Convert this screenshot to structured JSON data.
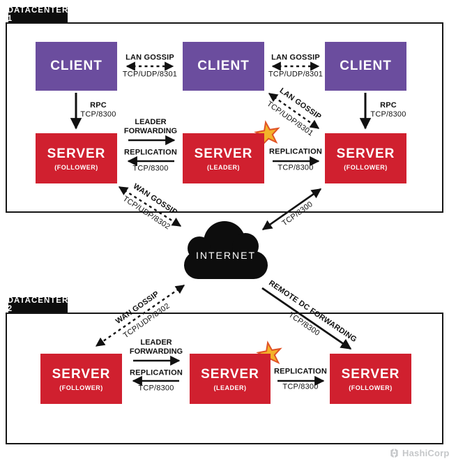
{
  "colors": {
    "client_purple": "#6b4d9e",
    "server_red": "#d0202f",
    "diagram_black": "#0d0d0d",
    "star_fill": "#f3b229",
    "star_stroke": "#e05326",
    "brand_gray": "#c5c7c9"
  },
  "datacenter1": {
    "label": "DATACENTER 1",
    "clients": [
      {
        "title": "CLIENT"
      },
      {
        "title": "CLIENT"
      },
      {
        "title": "CLIENT"
      }
    ],
    "servers": [
      {
        "title": "SERVER",
        "role": "(FOLLOWER)"
      },
      {
        "title": "SERVER",
        "role": "(LEADER)"
      },
      {
        "title": "SERVER",
        "role": "(FOLLOWER)"
      }
    ]
  },
  "datacenter2": {
    "label": "DATACENTER 2",
    "servers": [
      {
        "title": "SERVER",
        "role": "(FOLLOWER)"
      },
      {
        "title": "SERVER",
        "role": "(LEADER)"
      },
      {
        "title": "SERVER",
        "role": "(FOLLOWER)"
      }
    ]
  },
  "edges": {
    "lan_gossip": {
      "label": "LAN GOSSIP",
      "port": "TCP/UDP/8301"
    },
    "wan_gossip": {
      "label": "WAN GOSSIP",
      "port": "TCP/UDP/8302"
    },
    "rpc": {
      "label": "RPC",
      "port": "TCP/8300"
    },
    "leader_forwarding": {
      "label": "LEADER FORWARDING"
    },
    "replication": {
      "label": "REPLICATION",
      "port": "TCP/8300"
    },
    "remote_dc_forwarding": {
      "label": "REMOTE DC FORWARDING",
      "port": "TCP/8300"
    },
    "internet_link": {
      "port": "TCP/8300"
    }
  },
  "internet": {
    "label": "INTERNET"
  },
  "footer": {
    "brand": "HashiCorp"
  }
}
